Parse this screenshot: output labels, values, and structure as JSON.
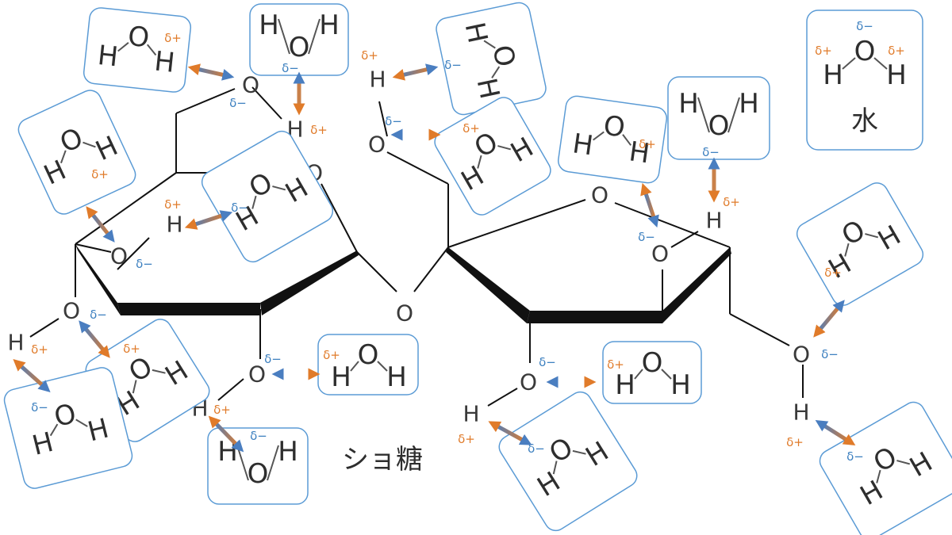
{
  "labels": {
    "sucrose": "ショ糖",
    "water": "水",
    "delta_minus": "δ−",
    "delta_plus": "δ+"
  },
  "symbols": {
    "hydrogen": "H",
    "oxygen": "O"
  },
  "colors": {
    "delta_minus": "#3b7fbf",
    "delta_plus": "#e07b2a",
    "box_border": "#5b9bd5",
    "arrow_blue": "#4a7ec0",
    "arrow_orange": "#e07b2a",
    "bond": "#111111"
  }
}
